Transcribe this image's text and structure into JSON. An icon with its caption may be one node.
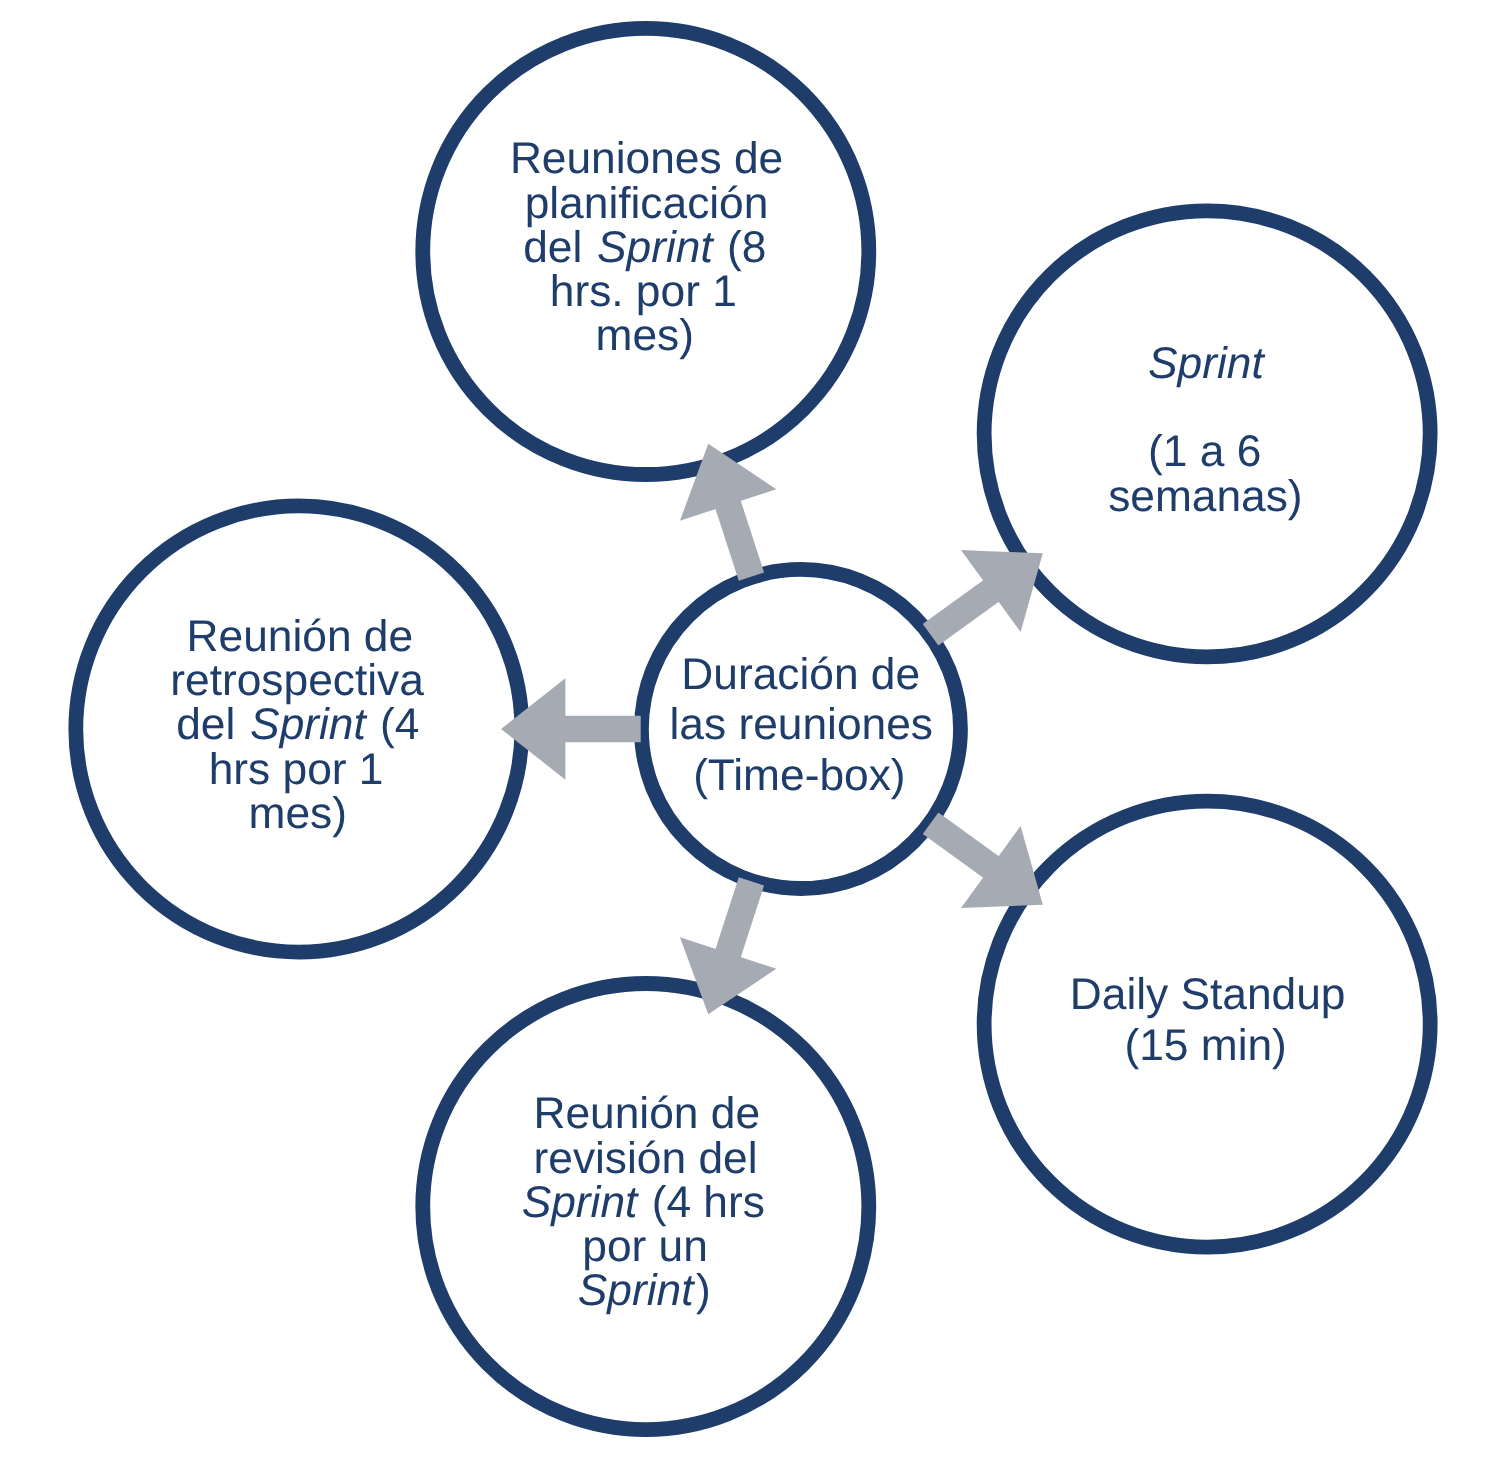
{
  "diagram": {
    "nodes": [
      {
        "text": [
          "Duración de las reuniones (Time-box)"
        ]
      },
      {
        "text": [
          "Sprint",
          "(1 a 6 semanas)"
        ]
      },
      {
        "text": [
          "Reuniones de planificación del *Sprint* (8 hrs. por 1 mes)"
        ]
      },
      {
        "text": [
          "Reunión de retrospectiva del *Sprint* (4 hrs por 1 mes)"
        ]
      },
      {
        "text": [
          "Reunión de revisión del *Sprint* (4 hrs por un *Sprint*)"
        ]
      },
      {
        "text": [
          "Daily Standup (15 min)"
        ]
      }
    ],
    "edges": [
      {
        "from": 0,
        "to": 1,
        "arrow": "to"
      },
      {
        "from": 0,
        "to": 2,
        "arrow": "to"
      },
      {
        "from": 0,
        "to": 3,
        "arrow": "to"
      },
      {
        "from": 0,
        "to": 4,
        "arrow": "to"
      },
      {
        "from": 0,
        "to": 5,
        "arrow": "to"
      }
    ]
  }
}
